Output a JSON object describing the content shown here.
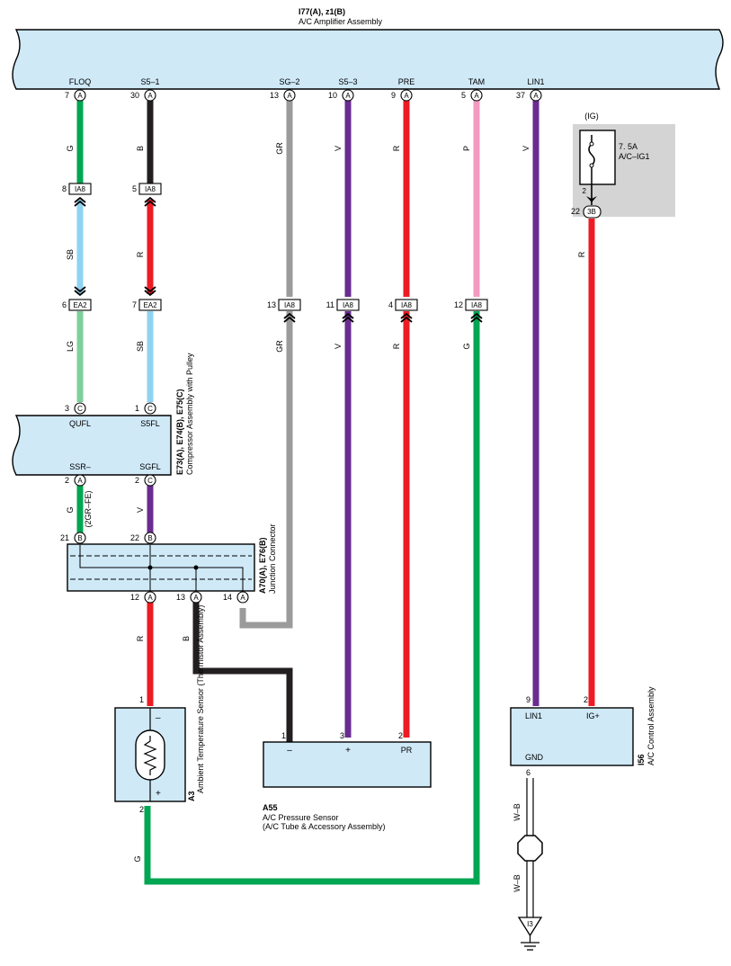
{
  "colors": {
    "G": "#00a651",
    "B": "#231f20",
    "GR": "#9b9b9b",
    "V": "#6a2c91",
    "R": "#ed1c24",
    "P": "#f49ac1",
    "SB": "#8fd3f1",
    "LG": "#7fcf9b",
    "box_fill": "#cfe9f7",
    "fuse_panel": "#d4d4d4"
  },
  "amplifier": {
    "code": "I77(A), z1(B)",
    "name": "A/C Amplifier Assembly",
    "terminals": [
      {
        "id": "floq",
        "label": "FLOQ",
        "pin": "7",
        "conn": "A"
      },
      {
        "id": "s51",
        "label": "S5–1",
        "pin": "30",
        "conn": "A"
      },
      {
        "id": "sg2",
        "label": "SG–2",
        "pin": "13",
        "conn": "A"
      },
      {
        "id": "s53",
        "label": "S5–3",
        "pin": "10",
        "conn": "A"
      },
      {
        "id": "pre",
        "label": "PRE",
        "pin": "9",
        "conn": "A"
      },
      {
        "id": "tam",
        "label": "TAM",
        "pin": "5",
        "conn": "A"
      },
      {
        "id": "lin1",
        "label": "LIN1",
        "pin": "37",
        "conn": "A"
      }
    ]
  },
  "fuse": {
    "ig_label": "(IG)",
    "rating": "7. 5A",
    "name": "A/C–IG1",
    "pin_top": "2",
    "pin_left": "22",
    "connector": "3B"
  },
  "ia8_upper": [
    {
      "id": "floq",
      "pin": "8",
      "code": "IA8"
    },
    {
      "id": "s51",
      "pin": "5",
      "code": "IA8"
    }
  ],
  "ea2": [
    {
      "id": "floq",
      "pin": "6",
      "code": "EA2"
    },
    {
      "id": "s51",
      "pin": "7",
      "code": "EA2"
    }
  ],
  "ia8_lower": [
    {
      "id": "sg2",
      "pin": "13",
      "code": "IA8"
    },
    {
      "id": "s53",
      "pin": "11",
      "code": "IA8"
    },
    {
      "id": "pre",
      "pin": "4",
      "code": "IA8"
    },
    {
      "id": "tam",
      "pin": "12",
      "code": "IA8"
    }
  ],
  "wire_labels": {
    "floq_top": "G",
    "s51_top": "B",
    "sg2_top": "GR",
    "s53_top": "V",
    "pre_top": "R",
    "tam_top": "P",
    "lin1_top": "V",
    "fuse_r": "R",
    "floq_mid": "SB",
    "s51_mid": "R",
    "floq_low": "LG",
    "s51_low": "SB",
    "sg2_low": "GR",
    "s53_low": "V",
    "pre_low": "R",
    "tam_low": "G",
    "ssr": "G",
    "sgfl": "V",
    "note_2gr": "(2GR–FE)",
    "a3_in": "R",
    "junction_b": "B",
    "a3_out": "G",
    "gnd_1": "W–B",
    "gnd_2": "W–B"
  },
  "compressor": {
    "code": "E73(A), E74(B), E75(C)",
    "name": "Compressor Assembly with Pulley",
    "top_terminals": [
      {
        "label": "QUFL",
        "pin": "3",
        "conn": "C"
      },
      {
        "label": "S5FL",
        "pin": "1",
        "conn": "C"
      }
    ],
    "bottom_terminals": [
      {
        "label": "SSR–",
        "pin": "2",
        "conn": "A"
      },
      {
        "label": "SGFL",
        "pin": "2",
        "conn": "C"
      }
    ]
  },
  "junction": {
    "code": "A70(A), E76(B)",
    "name": "Junction Connector",
    "top_pins": [
      {
        "pin": "21",
        "conn": "B"
      },
      {
        "pin": "22",
        "conn": "B"
      }
    ],
    "bottom_pins": [
      {
        "pin": "12",
        "conn": "A"
      },
      {
        "pin": "13",
        "conn": "A"
      },
      {
        "pin": "14",
        "conn": "A"
      }
    ]
  },
  "a3": {
    "code": "A3",
    "name": "Ambient Temperature Sensor (Thermistor Assembly)",
    "pin_top": "1",
    "pin_bottom": "2",
    "minus": "–",
    "plus": "+"
  },
  "a55": {
    "code": "A55",
    "name": "A/C Pressure Sensor",
    "subname": "(A/C Tube & Accessory Assembly)",
    "pins": [
      "1",
      "3",
      "2"
    ],
    "minus": "–",
    "plus": "+",
    "pr": "PR"
  },
  "i56": {
    "code": "I56",
    "name": "A/C Control Assembly",
    "pin_lin": "9",
    "pin_ig": "2",
    "pin_gnd": "6",
    "lin_label": "LIN1",
    "ig_label": "IG+",
    "gnd_label": "GND"
  },
  "ground": {
    "code": "I3"
  }
}
